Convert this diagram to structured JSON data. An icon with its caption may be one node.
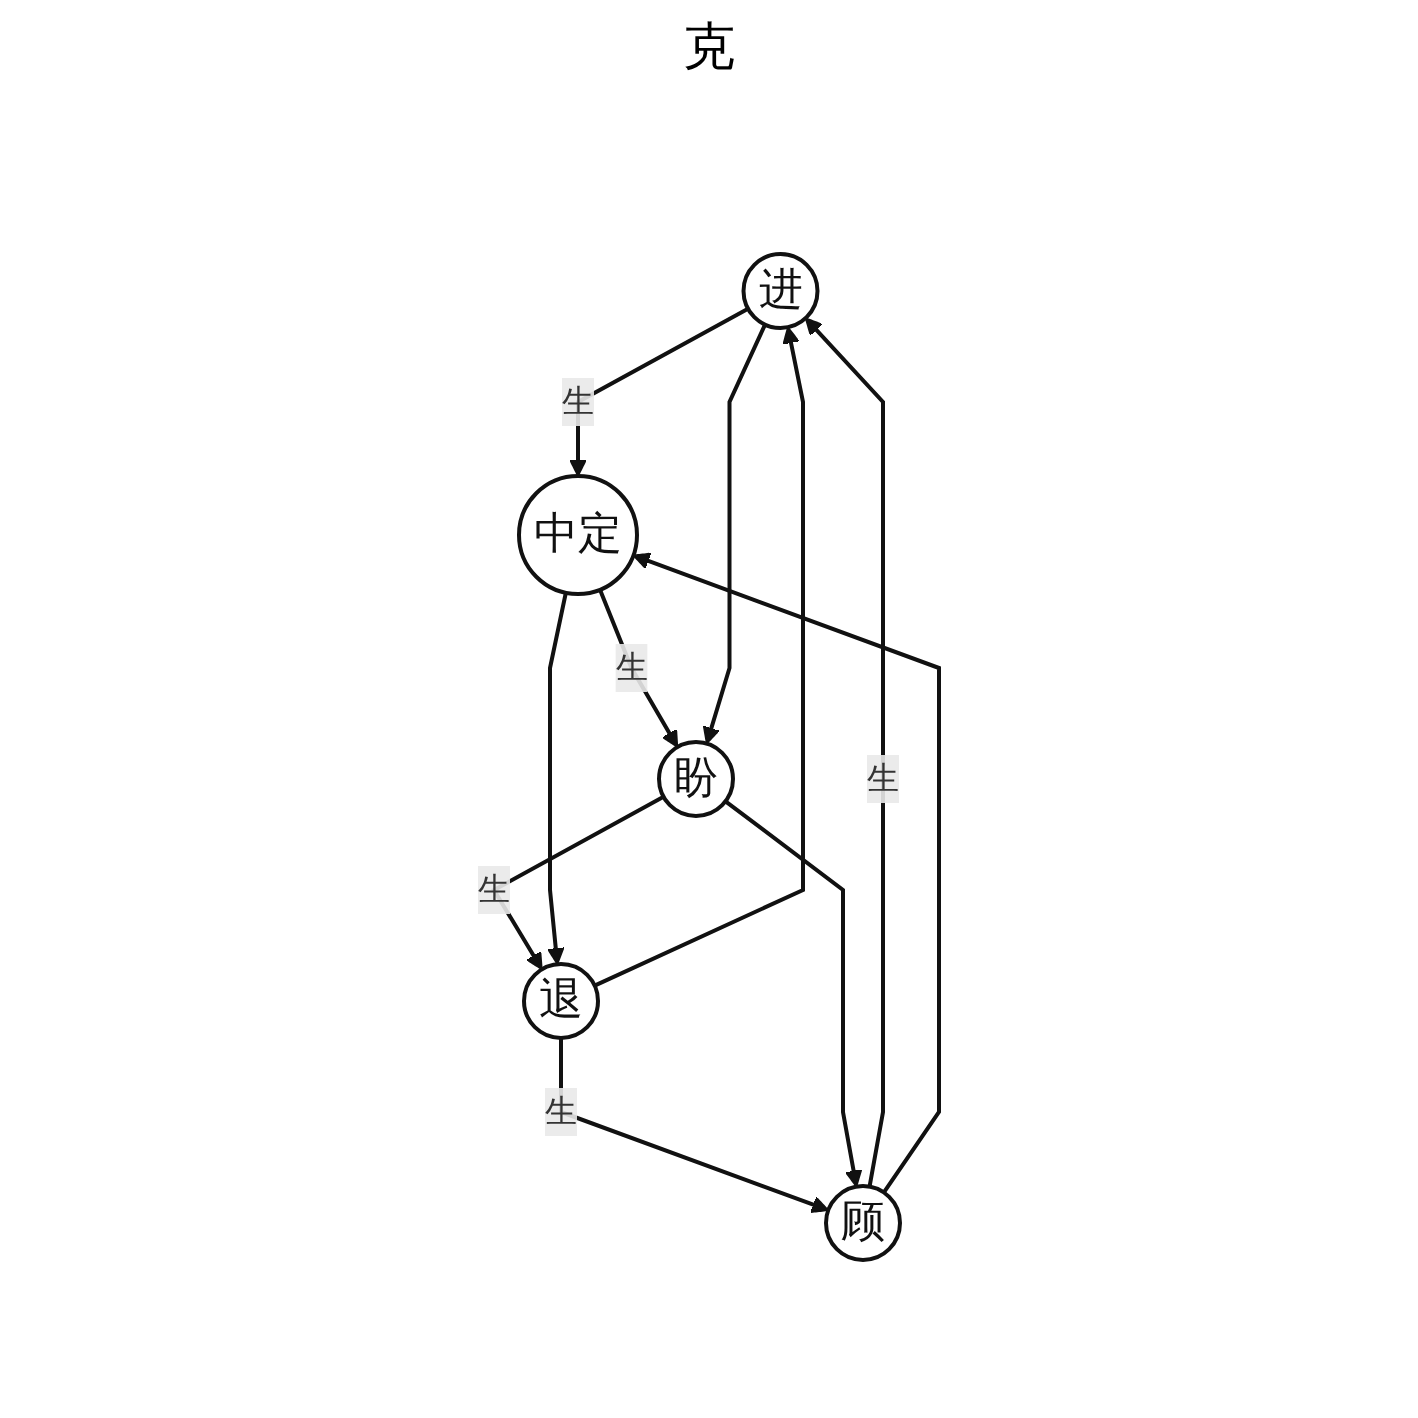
{
  "diagram": {
    "nodes": [
      {
        "text": [
          "进"
        ]
      },
      {
        "text": [
          "顾"
        ]
      },
      {
        "text": [
          "中定"
        ]
      },
      {
        "text": [
          "退"
        ]
      },
      {
        "text": [
          "盼"
        ]
      }
    ],
    "edges": [
      {
        "from": 1,
        "to": 0,
        "arrow": "to",
        "label": "生"
      },
      {
        "from": 0,
        "to": 2,
        "arrow": "to",
        "label": "生"
      },
      {
        "from": 2,
        "to": 4,
        "arrow": "to",
        "label": "生"
      },
      {
        "from": 4,
        "to": 3,
        "arrow": "to",
        "label": "生"
      },
      {
        "from": 3,
        "to": 1,
        "arrow": "to",
        "label": "生"
      },
      {
        "from": 0,
        "to": 4,
        "arrow": "to"
      },
      {
        "from": 4,
        "to": 1,
        "arrow": "to"
      },
      {
        "from": 1,
        "to": 2,
        "arrow": "to"
      },
      {
        "from": 2,
        "to": 3,
        "arrow": "to"
      },
      {
        "from": 3,
        "to": 0,
        "arrow": "to"
      }
    ],
    "labels": [
      "克"
    ]
  }
}
